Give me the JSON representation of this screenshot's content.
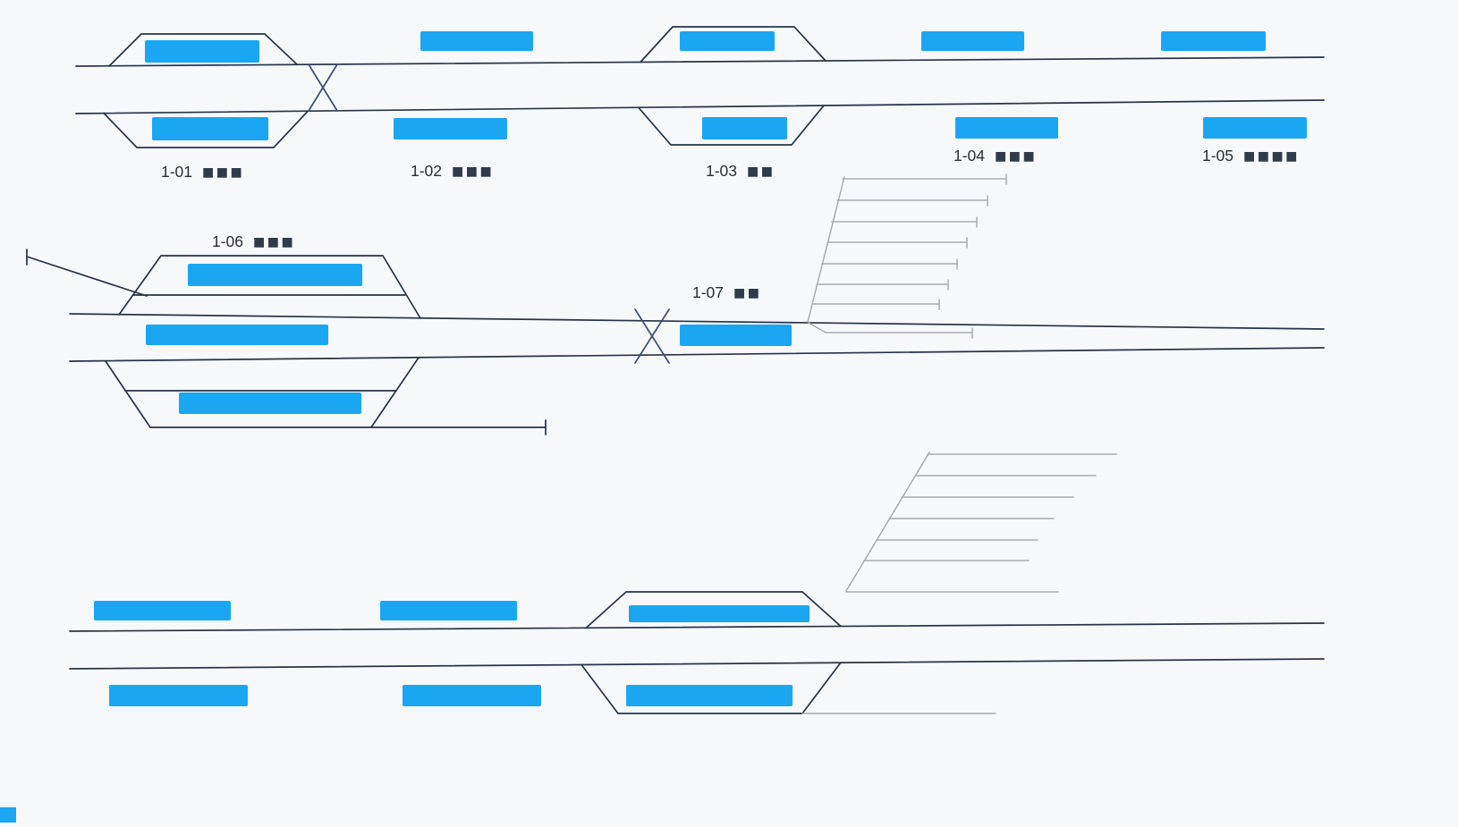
{
  "colors": {
    "background": "#f7f8fa",
    "track": "#253449",
    "crossover": "#3a4c74",
    "block_fill": "#1ba6f2",
    "indicator": "#2e3b4a",
    "yard_track": "#a8acb1",
    "label_text": "#2b2d30"
  },
  "stations": [
    {
      "id": "1-01",
      "indicators": "■■■"
    },
    {
      "id": "1-02",
      "indicators": "■■■"
    },
    {
      "id": "1-03",
      "indicators": "■■"
    },
    {
      "id": "1-04",
      "indicators": "■■■"
    },
    {
      "id": "1-05",
      "indicators": "■■■■"
    },
    {
      "id": "1-06",
      "indicators": "■■■"
    },
    {
      "id": "1-07",
      "indicators": "■■"
    }
  ]
}
